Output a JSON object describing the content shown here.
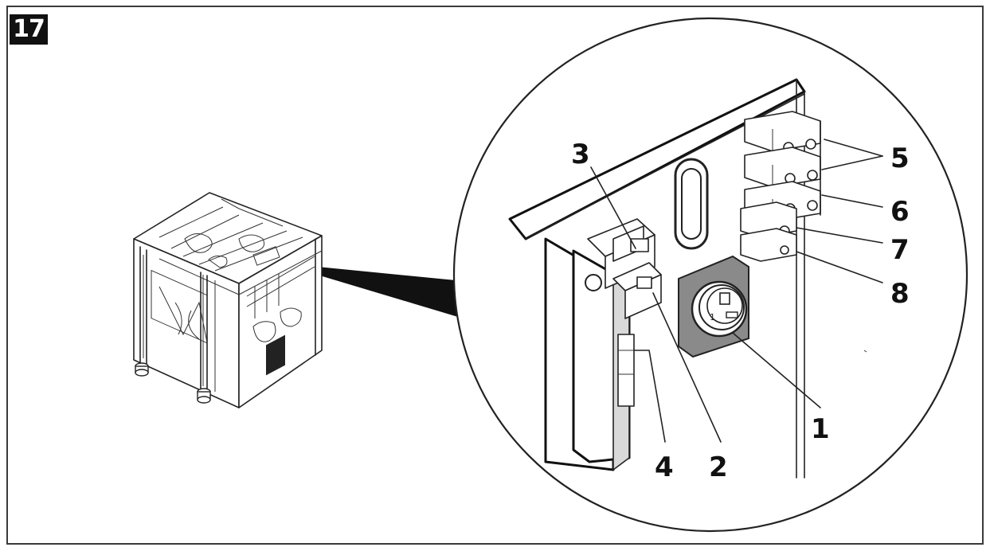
{
  "figure": {
    "number": "17"
  },
  "callouts": {
    "c1": "1",
    "c2": "2",
    "c3": "3",
    "c4": "4",
    "c5": "5",
    "c6": "6",
    "c7": "7",
    "c8": "8"
  }
}
